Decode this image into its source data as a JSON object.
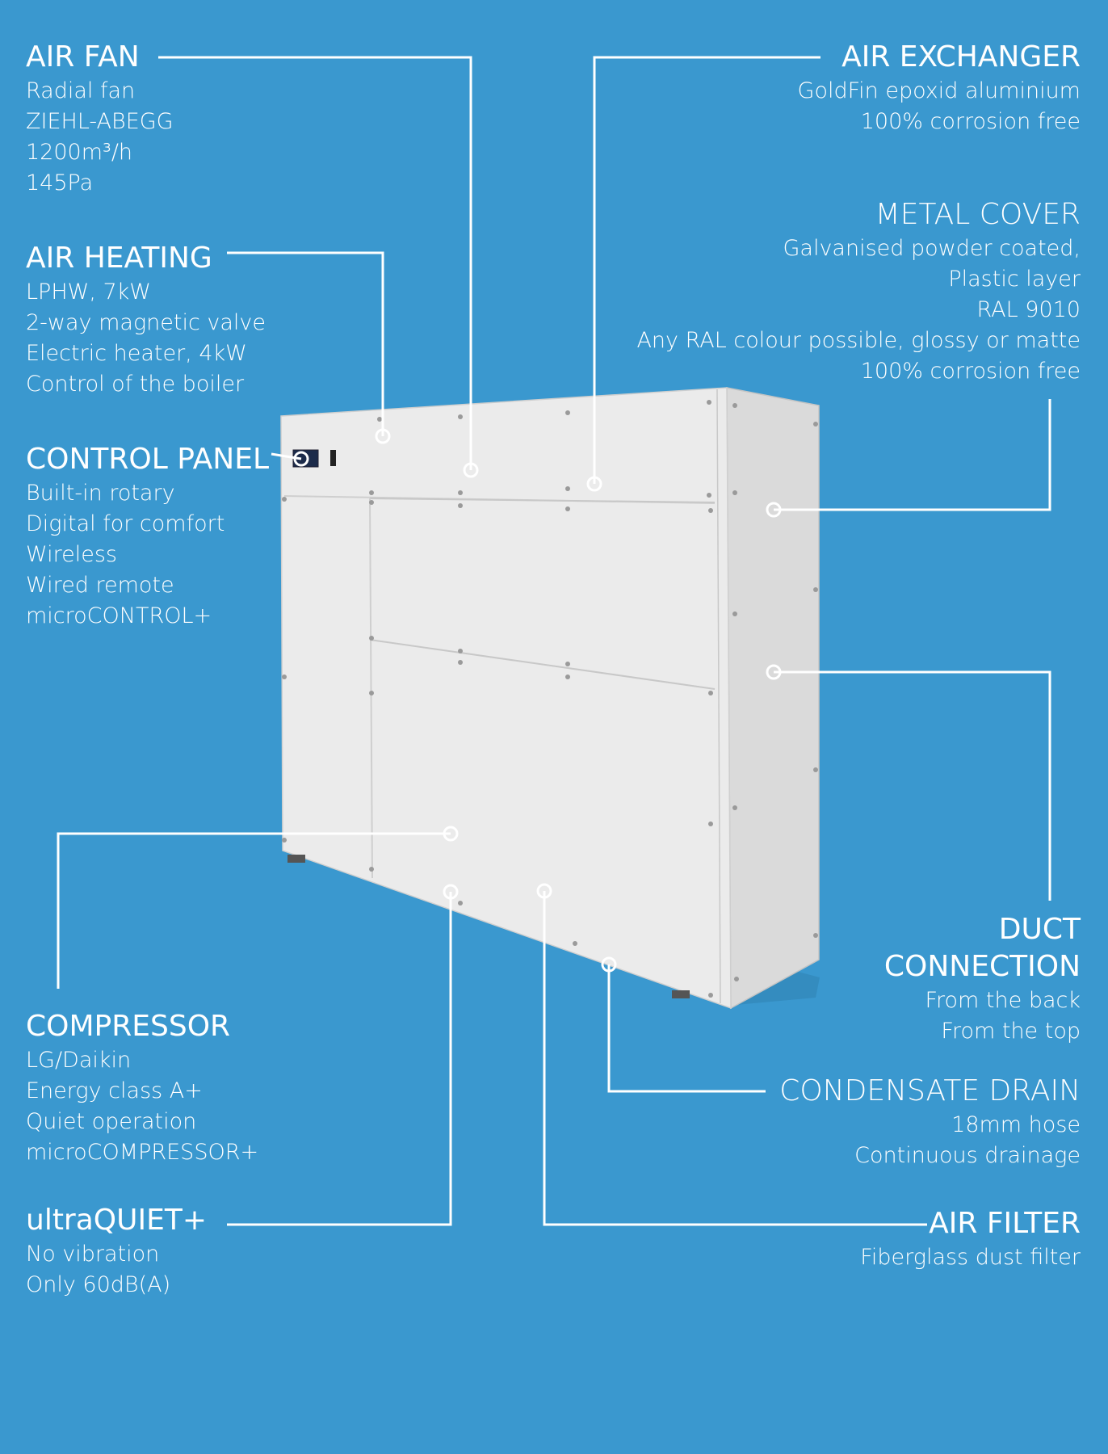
{
  "colors": {
    "background": "#3a98cf",
    "text": "#ffffff",
    "unit_face": "#e9e9e9",
    "unit_side": "#d9d9d9",
    "leader": "#ffffff"
  },
  "labels": [
    {
      "id": "air-fan",
      "side": "left",
      "title": "AIR FAN",
      "title_weight": "bold",
      "lines": [
        "Radial fan",
        "ZIEHL-ABEGG",
        "1200m³/h",
        "145Pa"
      ]
    },
    {
      "id": "air-heating",
      "side": "left",
      "title": "AIR HEATING",
      "title_weight": "bold",
      "lines": [
        "LPHW, 7kW",
        "2-way magnetic valve",
        "Electric heater, 4kW",
        "Control of the boiler"
      ]
    },
    {
      "id": "control-panel",
      "side": "left",
      "title": "CONTROL PANEL",
      "title_weight": "bold",
      "lines": [
        "Built-in rotary",
        "Digital for comfort",
        "Wireless",
        "Wired remote",
        "microCONTROL+"
      ]
    },
    {
      "id": "compressor",
      "side": "left",
      "title": "COMPRESSOR",
      "title_weight": "bold",
      "lines": [
        "LG/Daikin",
        "Energy class A+",
        "Quiet operation",
        "microCOMPRESSOR+"
      ]
    },
    {
      "id": "ultraquiet",
      "side": "left",
      "title": "ultraQUIET+",
      "title_weight": "bold",
      "lines": [
        "No vibration",
        "Only 60dB(A)"
      ]
    },
    {
      "id": "air-exchanger",
      "side": "right",
      "title": "AIR EXCHANGER",
      "title_weight": "bold",
      "lines": [
        "GoldFin epoxid aluminium",
        "100% corrosion free"
      ]
    },
    {
      "id": "metal-cover",
      "side": "right",
      "title": "METAL COVER",
      "title_weight": "light",
      "lines": [
        "Galvanised powder coated,",
        "Plastic layer",
        "RAL 9010",
        "Any RAL colour possible, glossy or matte",
        "100% corrosion free"
      ]
    },
    {
      "id": "duct-connection",
      "side": "right",
      "title": "DUCT",
      "title_line2": "CONNECTION",
      "title_weight": "bold",
      "lines": [
        "From the back",
        "From the top"
      ]
    },
    {
      "id": "condensate-drain",
      "side": "right",
      "title": "CONDENSATE DRAIN",
      "title_weight": "light",
      "lines": [
        "18mm hose",
        "Continuous drainage"
      ]
    },
    {
      "id": "air-filter",
      "side": "right",
      "title": "AIR FILTER",
      "title_weight": "bold",
      "lines": [
        "Fiberglass dust filter"
      ]
    }
  ]
}
